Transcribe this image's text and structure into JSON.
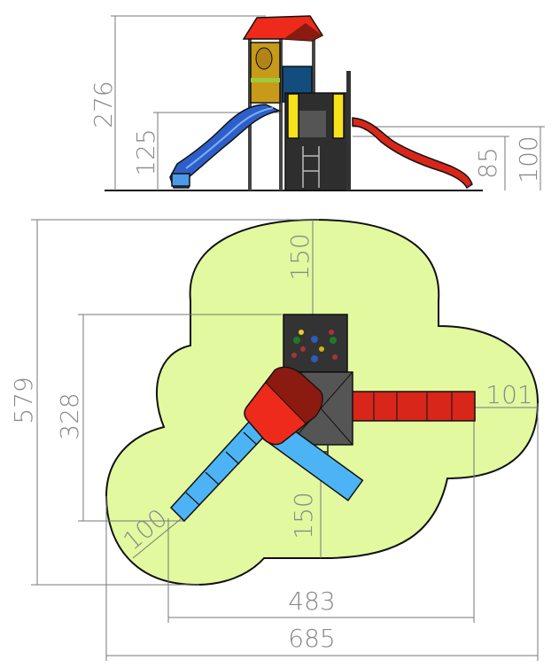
{
  "drawing": {
    "side_view": {
      "dimensions": {
        "total_height": "276",
        "blue_slide_platform": "125",
        "red_slide_platform_low": "85",
        "red_slide_platform_high": "100"
      }
    },
    "plan_view": {
      "dimensions": {
        "total_depth": "579",
        "structure_depth": "328",
        "top_clearance": "150",
        "bottom_clearance": "150",
        "right_clearance": "101",
        "diagonal_clearance": "100",
        "structure_width": "483",
        "total_width": "685"
      }
    },
    "colors": {
      "safety_zone": "#e2f9a0",
      "roof": "#ee2a1b",
      "blue_slide": "#2e5fc9",
      "red_slide": "#d8261a",
      "panel_yellow": "#f6e21b",
      "tower_dark": "#3a3a3a"
    }
  }
}
